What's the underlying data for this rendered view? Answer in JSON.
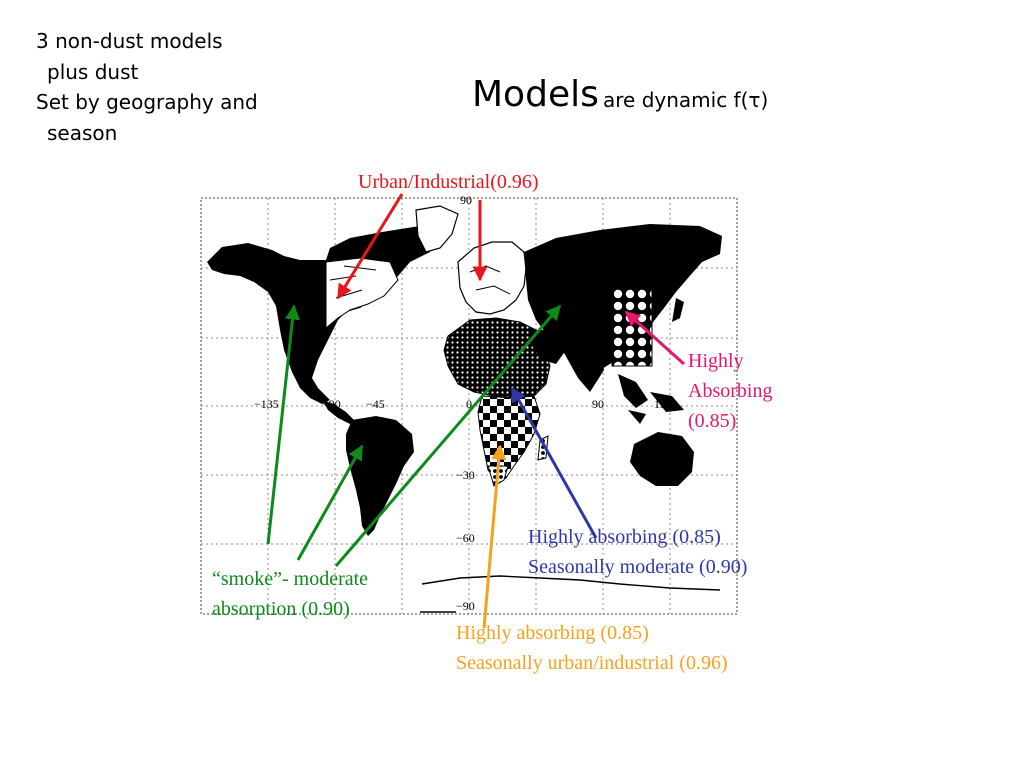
{
  "left_notes": {
    "line1": "3 non-dust models",
    "line2": "plus dust",
    "line3": "Set by geography and",
    "line4": "season"
  },
  "title": {
    "main": "Models",
    "sub": "are dynamic f(τ)"
  },
  "map_ticks": {
    "lat_90n": "90",
    "lon_m135": "−135",
    "lon_m90": "−90",
    "lon_m45": "−45",
    "lon_0": "0",
    "lon_90": "90",
    "lon_135": "135",
    "lat_30s": "−30",
    "lat_60s": "−60",
    "lat_90s": "−90"
  },
  "labels": {
    "urban": "Urban/Industrial(0.96)",
    "highly_absorbing_east": {
      "l1": "Highly",
      "l2": "Absorbing",
      "l3": "(0.85)"
    },
    "africa_north": {
      "l1": "Highly absorbing (0.85)",
      "l2": "Seasonally moderate (0.90)"
    },
    "smoke": {
      "l1": "“smoke”- moderate",
      "l2": "absorption (0.90)"
    },
    "africa_south": {
      "l1": "Highly absorbing (0.85)",
      "l2": "Seasonally urban/industrial (0.96)"
    }
  },
  "colors": {
    "urban": "#e8151b",
    "highly_absorbing_east": "#e8146d",
    "africa_north": "#2f37a8",
    "smoke": "#0e8a1b",
    "africa_south": "#f5a21c",
    "land": "#000000"
  }
}
